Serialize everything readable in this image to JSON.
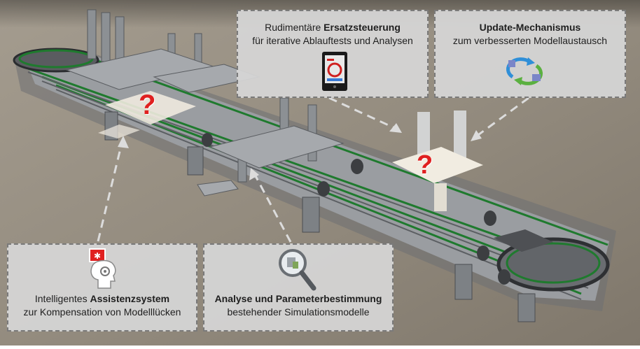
{
  "cards": {
    "ersatz": {
      "line1_pre": "Rudimentäre ",
      "line1_bold": "Ersatzsteuerung",
      "line2": "für iterative Ablauftests und Analysen",
      "icon": "tablet-icon"
    },
    "update": {
      "line1_bold": "Update-Mechanismus",
      "line2": "zum verbesserten Modellaustausch",
      "icon": "exchange-arrows-icon"
    },
    "assistenz": {
      "line1_pre": "Intelligentes ",
      "line1_bold": "Assistenzsystem",
      "line2": "zur Kompensation von Modelllücken",
      "icon": "head-gear-icon"
    },
    "analyse": {
      "line1_bold": "Analyse und Parameterbestimmung",
      "line2": "bestehender Simulationsmodelle",
      "icon": "magnifier-icon"
    }
  },
  "markers": [
    "?",
    "?"
  ],
  "colors": {
    "belt_green": "#1f7a2e",
    "frame_gray": "#8e9296",
    "question_red": "#e02020",
    "card_bg": "#d6d6d6"
  }
}
